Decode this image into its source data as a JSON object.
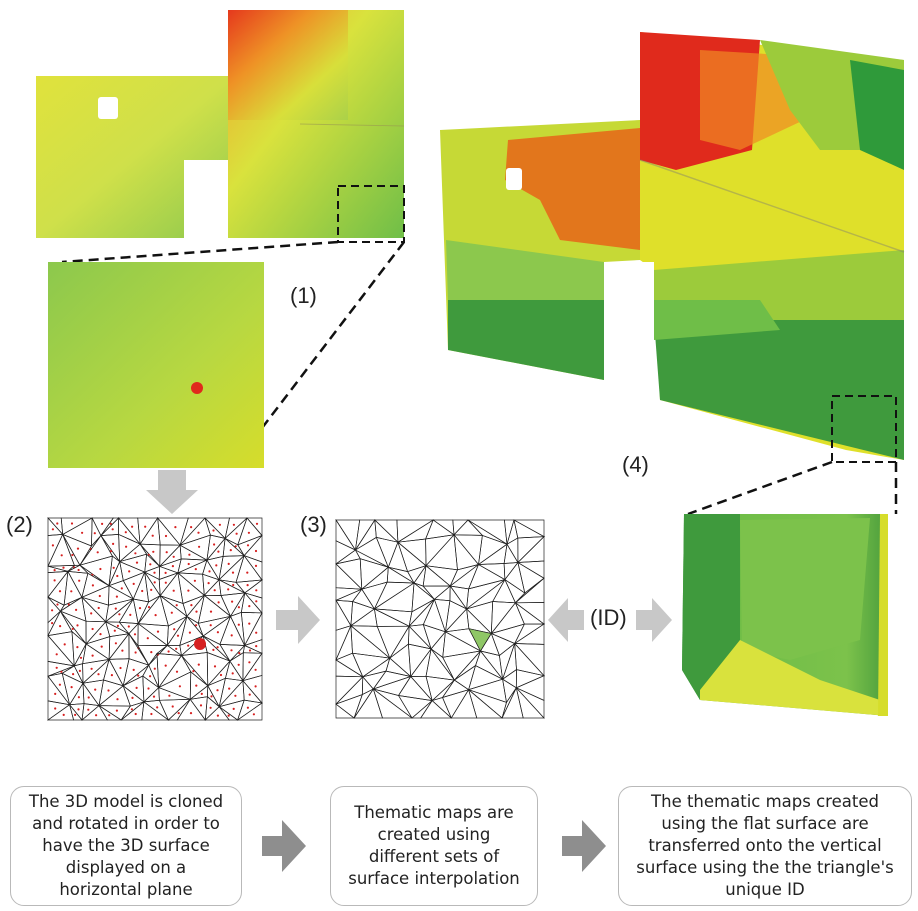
{
  "labels": {
    "step1": "(1)",
    "step2": "(2)",
    "step3": "(3)",
    "step4": "(4)",
    "id_link": "(ID)"
  },
  "captions": [
    {
      "text": "The 3D model is cloned\nand rotated in order to\nhave the 3D surface\ndisplayed on a\nhorizontal plane"
    },
    {
      "text": "Thematic maps are\ncreated using\ndifferent sets of\nsurface interpolation"
    },
    {
      "text": "The thematic maps created\nusing the flat surface are\ntransferred onto the vertical\nsurface using the the triangle's\nunique ID"
    }
  ],
  "colors": {
    "red": "#e02a1c",
    "orange": "#e2761c",
    "yellow": "#dfe02a",
    "light_green": "#9ccb3b",
    "dark_green": "#2f9a3a",
    "arrow_gray": "#c8c8c8",
    "dark_arrow_gray": "#8e8e8e",
    "mesh_line": "#222222",
    "point_red": "#d62020",
    "selected_triangle": "#8fc766"
  },
  "icons": [
    "down-arrow-icon",
    "right-arrow-icon",
    "double-arrow-icon"
  ]
}
